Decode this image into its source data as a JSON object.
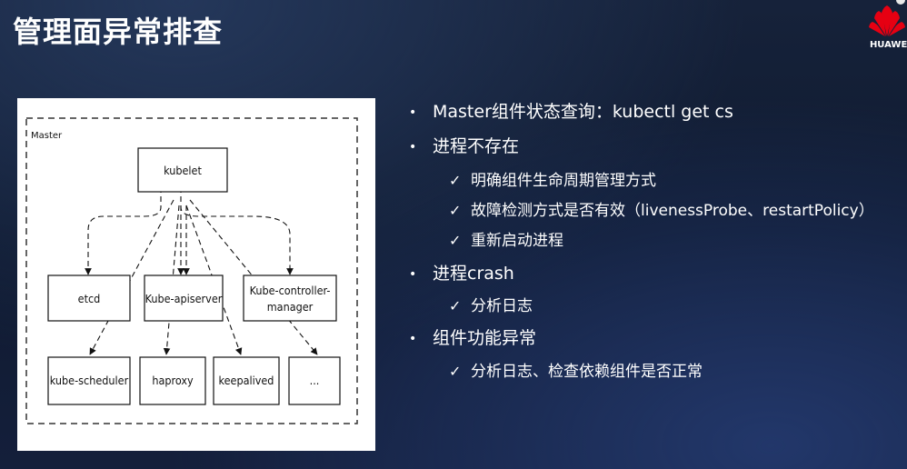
{
  "slide": {
    "title": "管理面异常排查",
    "brand": "HUAWEI"
  },
  "diagram": {
    "container_label": "Master",
    "nodes": {
      "kubelet": "kubelet",
      "etcd": "etcd",
      "apiserver": "Kube-apiserver",
      "controller_line1": "Kube-controller-",
      "controller_line2": "manager",
      "scheduler": "kube-scheduler",
      "haproxy": "haproxy",
      "keepalived": "keepalived",
      "more": "..."
    }
  },
  "bullets": [
    {
      "text": "Master组件状态查询：kubectl get cs",
      "sub": []
    },
    {
      "text": "进程不存在",
      "sub": [
        "明确组件生命周期管理方式",
        "故障检测方式是否有效（livenessProbe、restartPolicy）",
        "重新启动进程"
      ]
    },
    {
      "text": "进程crash",
      "sub": [
        "分析日志"
      ]
    },
    {
      "text": "组件功能异常",
      "sub": [
        "分析日志、检查依赖组件是否正常"
      ]
    }
  ],
  "marks": {
    "bullet": "•",
    "check": "✓"
  }
}
